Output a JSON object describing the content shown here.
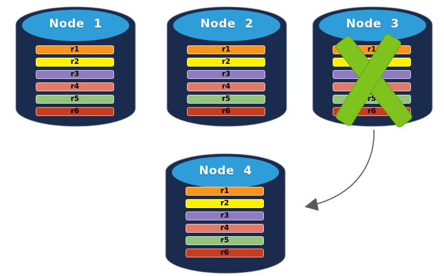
{
  "diagram": {
    "description": "Four database node cylinders each holding rows r1-r6; Node 3 is crossed out with a green X and an arrow points from Node 3 to Node 4",
    "nodes": [
      {
        "title": "Node 1",
        "failed": false,
        "rows": [
          {
            "label": "r1",
            "color": "#F7941E"
          },
          {
            "label": "r2",
            "color": "#FDF000"
          },
          {
            "label": "r3",
            "color": "#8E7CC3"
          },
          {
            "label": "r4",
            "color": "#E07B6B"
          },
          {
            "label": "r5",
            "color": "#93C47D"
          },
          {
            "label": "r6",
            "color": "#C83C22"
          }
        ]
      },
      {
        "title": "Node 2",
        "failed": false,
        "rows": [
          {
            "label": "r1",
            "color": "#F7941E"
          },
          {
            "label": "r2",
            "color": "#FDF000"
          },
          {
            "label": "r3",
            "color": "#8E7CC3"
          },
          {
            "label": "r4",
            "color": "#E07B6B"
          },
          {
            "label": "r5",
            "color": "#93C47D"
          },
          {
            "label": "r6",
            "color": "#C83C22"
          }
        ]
      },
      {
        "title": "Node 3",
        "failed": true,
        "rows": [
          {
            "label": "r1",
            "color": "#F7941E"
          },
          {
            "label": "r2",
            "color": "#FDF000"
          },
          {
            "label": "r3",
            "color": "#8E7CC3"
          },
          {
            "label": "r4",
            "color": "#E07B6B"
          },
          {
            "label": "r5",
            "color": "#93C47D"
          },
          {
            "label": "r6",
            "color": "#C83C22"
          }
        ]
      },
      {
        "title": "Node 4",
        "failed": false,
        "rows": [
          {
            "label": "r1",
            "color": "#F7941E"
          },
          {
            "label": "r2",
            "color": "#FDF000"
          },
          {
            "label": "r3",
            "color": "#8E7CC3"
          },
          {
            "label": "r4",
            "color": "#E07B6B"
          },
          {
            "label": "r5",
            "color": "#93C47D"
          },
          {
            "label": "r6",
            "color": "#C83C22"
          }
        ]
      }
    ],
    "arrow": {
      "from": "Node 3",
      "to": "Node 4"
    }
  },
  "colors": {
    "background": "#FFFFFF",
    "cylinder_body": "#1B2B4D",
    "cylinder_top": "#2F9DD8",
    "title_text": "#FFFFFF",
    "row_text": "#000000",
    "x_mark_green": "#7FC31F",
    "x_mark_edge": "#6DA917",
    "arrow_gray": "#595959"
  }
}
